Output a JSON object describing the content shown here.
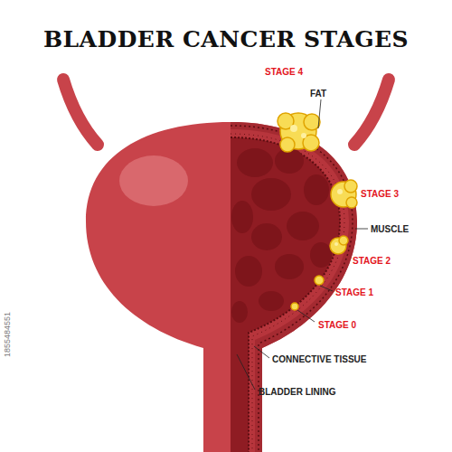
{
  "diagram": {
    "title": "BLADDER CANCER STAGES",
    "labels": [
      "STAGE 4",
      "FAT",
      "STAGE 3",
      "MUSCLE",
      "STAGE 2",
      "STAGE 1",
      "STAGE 0",
      "CONNECTIVE TISSUE",
      "BLADDER LINING",
      "1855484551"
    ]
  }
}
